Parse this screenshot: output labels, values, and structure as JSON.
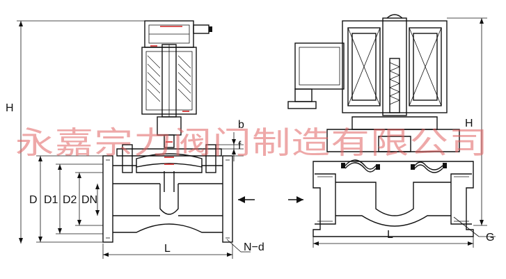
{
  "left_view": {
    "labels": {
      "H": "H",
      "D": "D",
      "D1": "D1",
      "D2": "D2",
      "DN": "DN",
      "L": "L",
      "b": "b",
      "f": "f",
      "Nd": "N−d"
    }
  },
  "right_view": {
    "labels": {
      "H": "H",
      "L": "L",
      "G": "G"
    }
  },
  "watermark": "永嘉宗力阀门制造有限公司",
  "colors": {
    "line": "#111111",
    "watermark": "#e06060",
    "accent": "#d02020"
  }
}
